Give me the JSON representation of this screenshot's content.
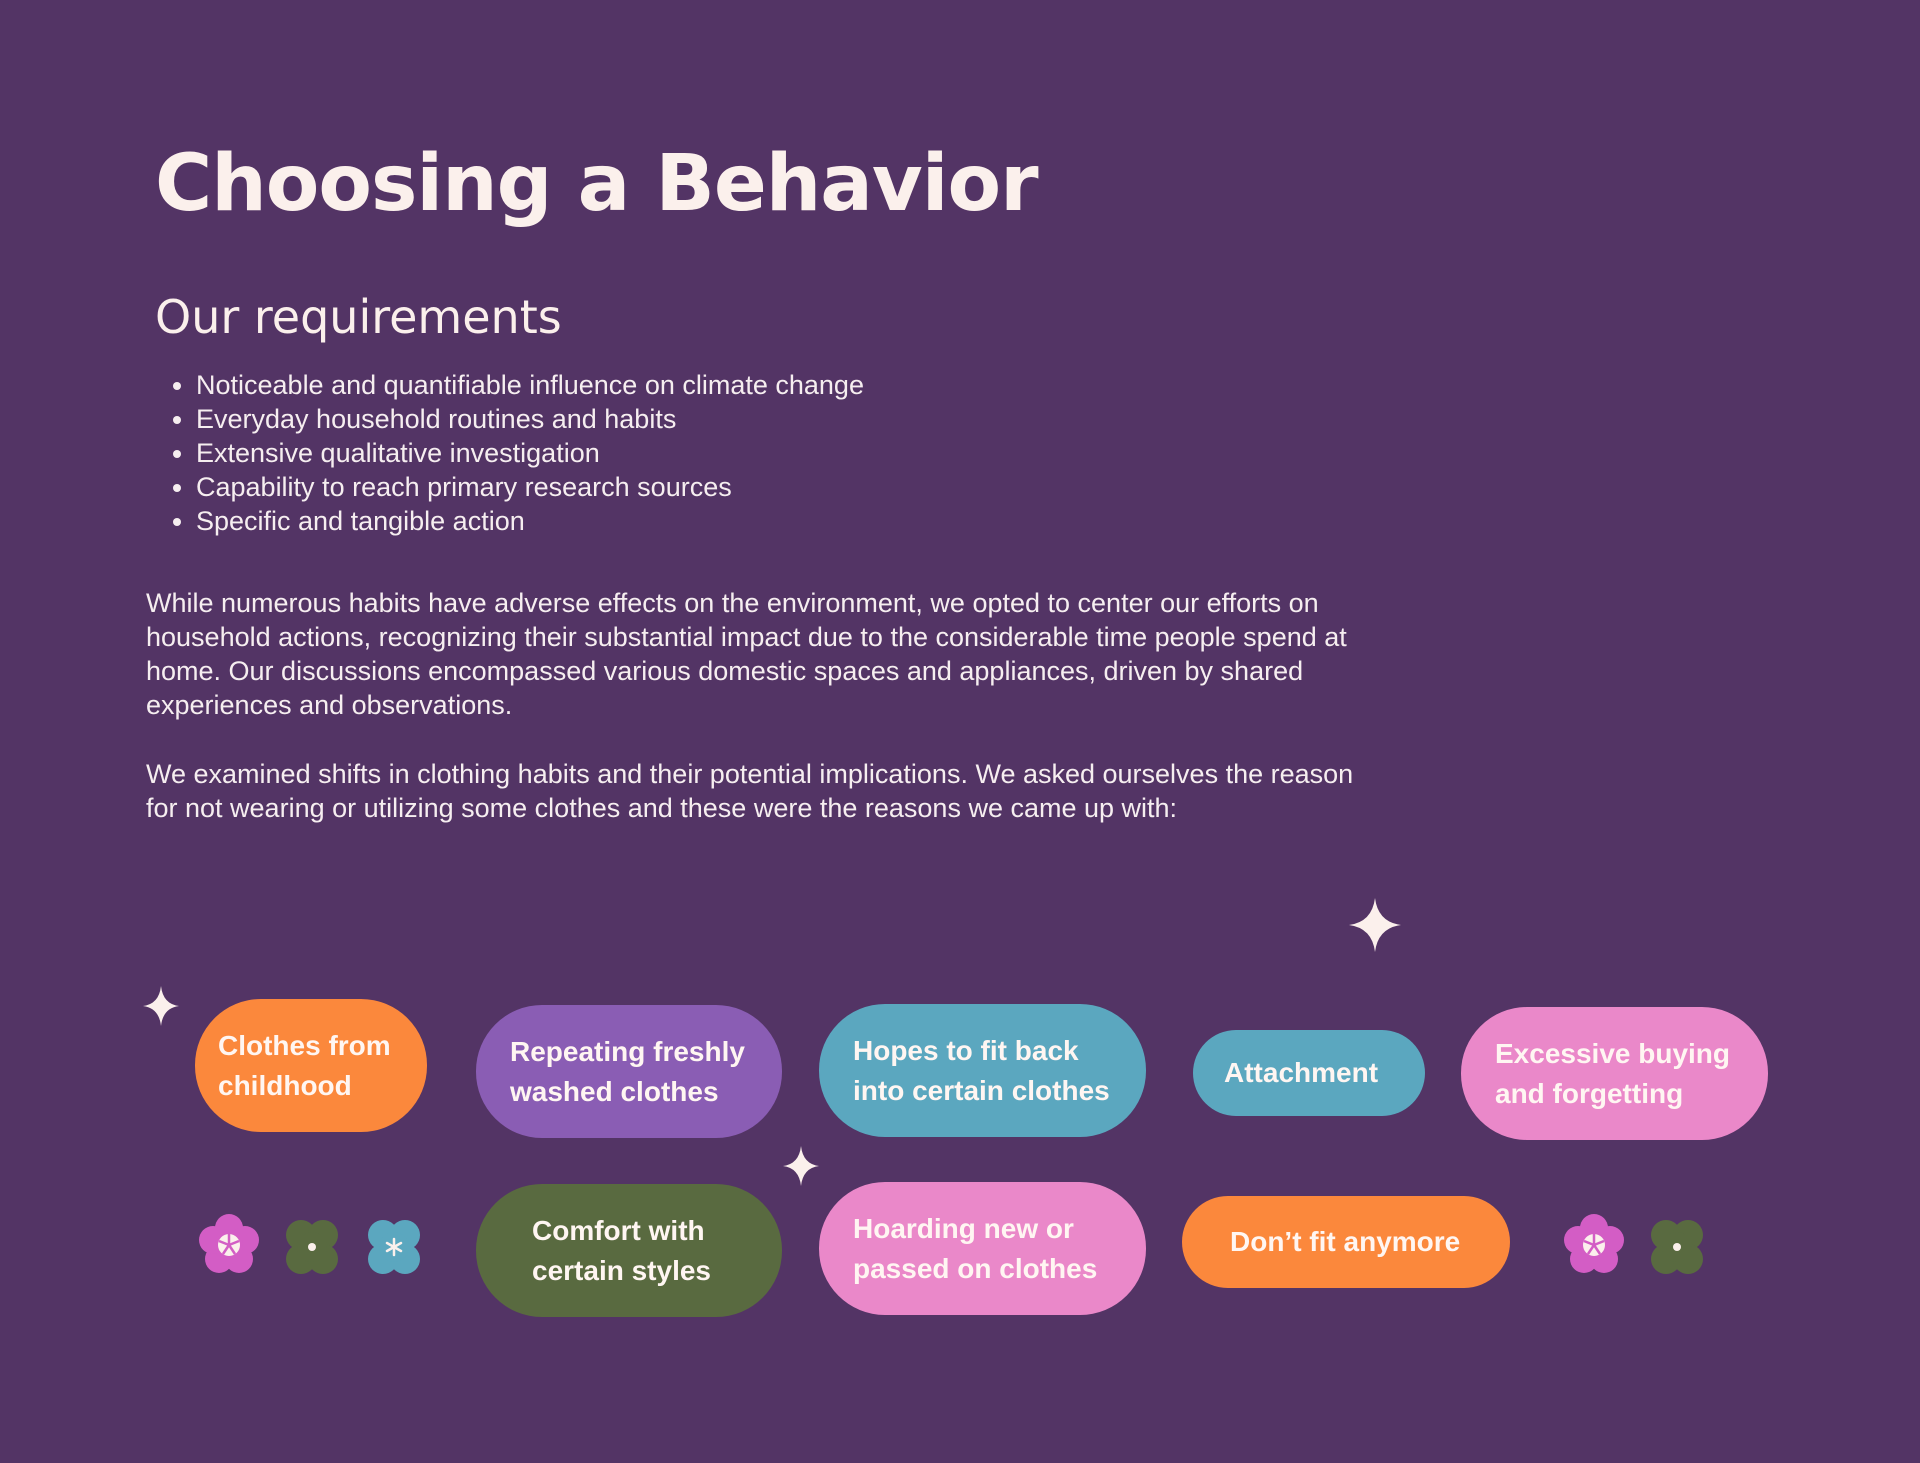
{
  "page": {
    "title": "Choosing a Behavior",
    "section_heading": "Our requirements"
  },
  "requirements": [
    "Noticeable and quantifiable influence on climate change",
    "Everyday household routines and habits",
    "Extensive qualitative investigation",
    "Capability to reach primary research sources",
    "Specific and tangible action"
  ],
  "paragraphs": [
    "While numerous habits have adverse effects on the environment, we opted to center our efforts on household actions, recognizing their substantial impact due to the considerable time people spend at home. Our discussions encompassed various domestic spaces and appliances, driven by shared experiences and observations.",
    "We examined shifts in clothing habits and their potential implications. We asked ourselves the reason for not wearing or utilizing some clothes and these were the  reasons we came up with:"
  ],
  "reasons": [
    {
      "line1": "Clothes from",
      "line2": "childhood",
      "color": "#FB883C"
    },
    {
      "line1": "Repeating freshly",
      "line2": "washed clothes",
      "color": "#8A5DB4"
    },
    {
      "line1": "Hopes to fit back",
      "line2": "into certain clothes",
      "color": "#5BA7BF"
    },
    {
      "line1": "Attachment",
      "line2": "",
      "color": "#5BA7BF"
    },
    {
      "line1": "Excessive buying",
      "line2": "and forgetting",
      "color": "#EA88C9"
    },
    {
      "line1": "Comfort with",
      "line2": "certain styles",
      "color": "#596A40"
    },
    {
      "line1": "Hoarding new or",
      "line2": "passed on clothes",
      "color": "#EA88C9"
    },
    {
      "line1": "Don’t fit anymore",
      "line2": "",
      "color": "#FB883C"
    }
  ],
  "colors": {
    "background": "#533465",
    "text": "#F6EEF0",
    "orange": "#FB883C",
    "purple": "#8A5DB4",
    "teal": "#5BA7BF",
    "pink": "#EA88C9",
    "green": "#596A40",
    "flower_magenta": "#D35DC5"
  },
  "decorations": {
    "sparkle_icon": "four-point-star",
    "flower_icons": [
      "flower-pinwheel-magenta",
      "flower-dot-green",
      "flower-asterisk-teal",
      "flower-pinwheel-magenta",
      "flower-dot-green"
    ]
  }
}
